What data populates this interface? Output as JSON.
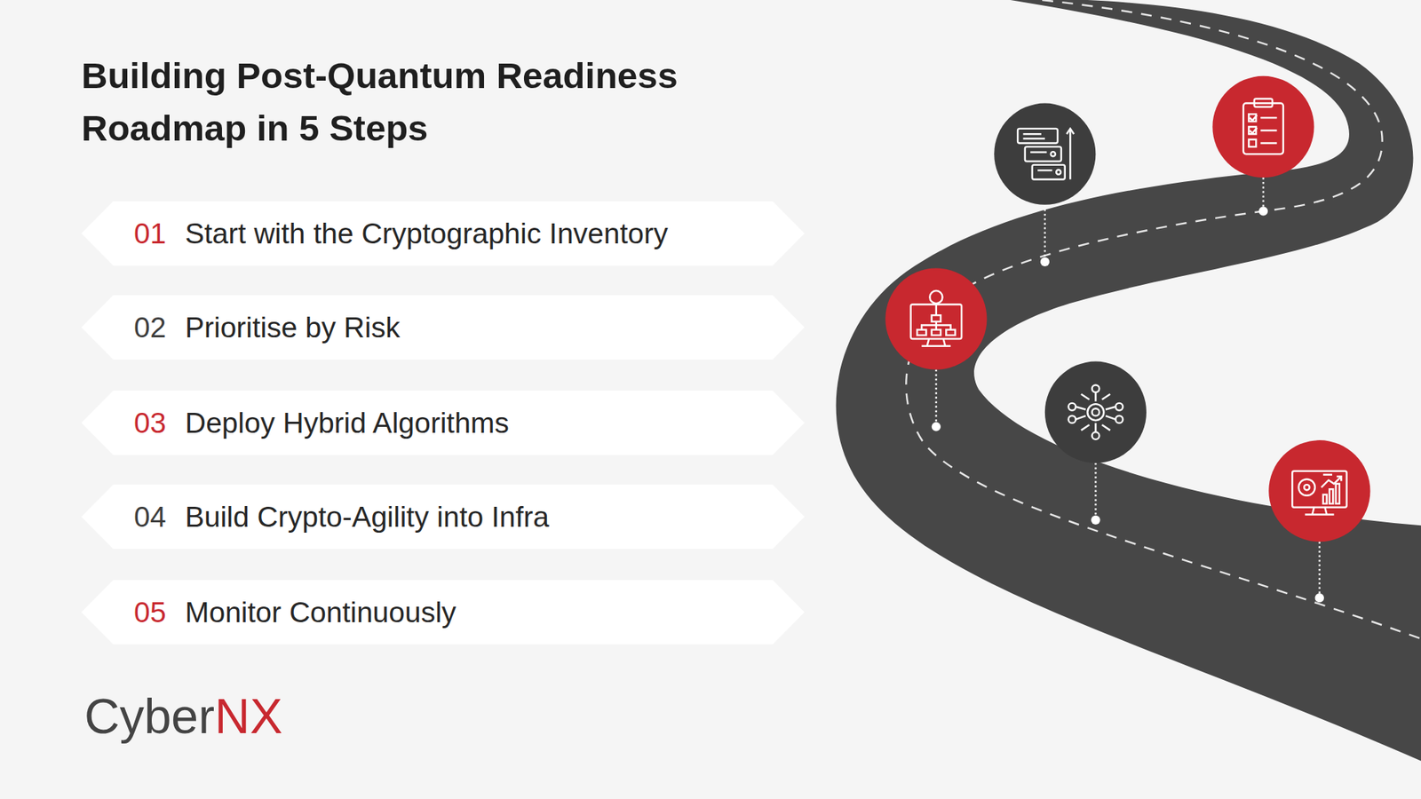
{
  "diagram": {
    "title": "Building Post-Quantum Readiness Roadmap in 5 Steps",
    "nodes": [
      {
        "text": [
          "01",
          "Start with the Cryptographic Inventory"
        ]
      },
      {
        "text": [
          "02",
          "Prioritise by Risk"
        ]
      },
      {
        "text": [
          "03",
          "Deploy Hybrid Algorithms"
        ]
      },
      {
        "text": [
          "04",
          "Build Crypto-Agility into Infra"
        ]
      },
      {
        "text": [
          "05",
          "Monitor Continuously"
        ]
      }
    ],
    "labels": [
      "Cyber",
      "NX"
    ]
  }
}
